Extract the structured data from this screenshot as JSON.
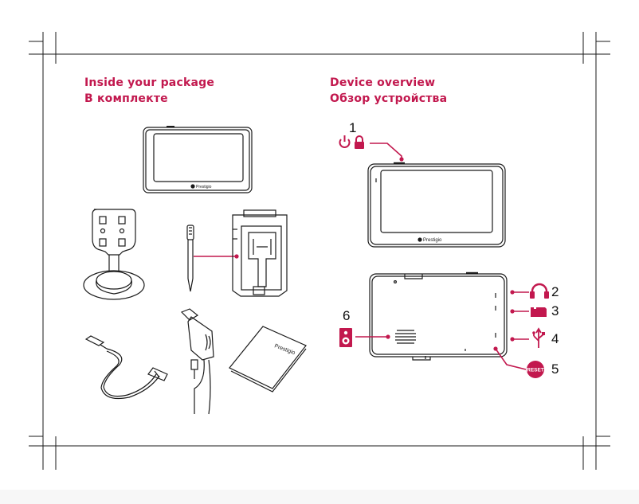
{
  "left_section": {
    "heading_en": "Inside your package",
    "heading_ru": "В комплекте"
  },
  "right_section": {
    "heading_en": "Device overview",
    "heading_ru": "Обзор устройства"
  },
  "brand_logo_text": "Prestigio",
  "callouts": [
    {
      "number": "1",
      "icons": [
        "power-icon",
        "lock-icon"
      ]
    },
    {
      "number": "2",
      "icons": [
        "headphones-icon"
      ]
    },
    {
      "number": "3",
      "icons": [
        "memory-card-icon"
      ]
    },
    {
      "number": "4",
      "icons": [
        "usb-icon"
      ]
    },
    {
      "number": "5",
      "icons": [
        "reset-button-icon"
      ]
    },
    {
      "number": "6",
      "icons": [
        "speaker-icon"
      ]
    }
  ],
  "reset_label": "RESET",
  "colors": {
    "accent": "#c2184e",
    "line": "#1a1a1a"
  }
}
